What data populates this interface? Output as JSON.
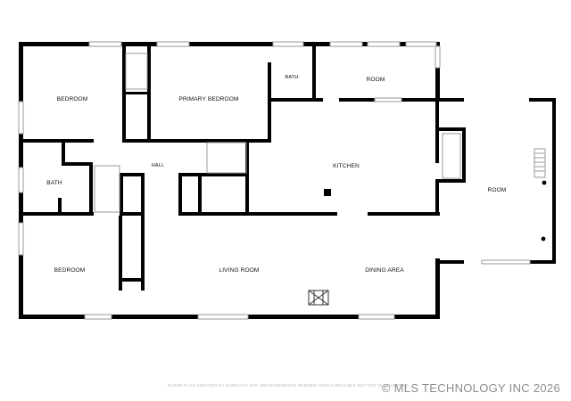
{
  "rooms": {
    "bedroom_1": "BEDROOM",
    "primary_bedroom": "PRIMARY BEDROOM",
    "bath_top": "BATH",
    "room_top": "ROOM",
    "bath_left": "BATH",
    "hall": "HALL",
    "kitchen": "KITCHEN",
    "room_right": "ROOM",
    "bedroom_2": "BEDROOM",
    "living_room": "LIVING ROOM",
    "dining_area": "DINING AREA"
  },
  "footer": {
    "credit": "FLOOR PLAN CREATED BY CUBICASA APP. MEASUREMENTS DEEMED HIGHLY RELIABLE BUT NOT GUARANTEED.",
    "copyright": "© MLS TECHNOLOGY INC 2026"
  }
}
